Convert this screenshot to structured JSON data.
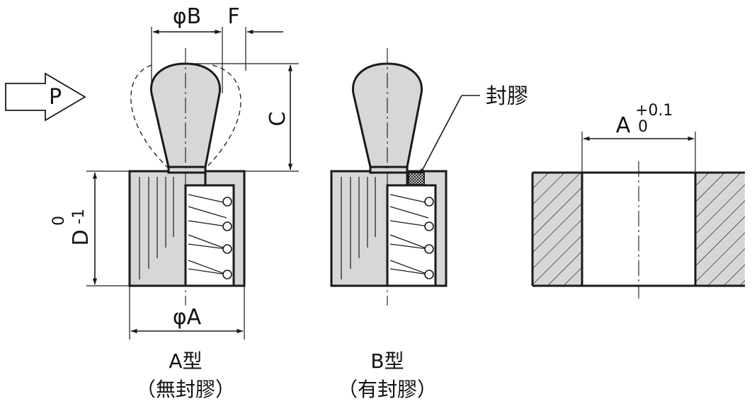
{
  "labels": {
    "dim_b": "φB",
    "dim_f": "F",
    "dim_c": "C",
    "dim_d": "D",
    "dim_d_upper": "0",
    "dim_d_lower": "-1",
    "dim_a": "φA",
    "dim_a_hole": "A",
    "tol_upper": "+0.1",
    "tol_lower": "0",
    "force": "P",
    "seal": "封膠"
  },
  "captions": {
    "type_a": "A型",
    "type_a_note": "（無封膠）",
    "type_b": "B型",
    "type_b_note": "（有封膠）"
  },
  "colors": {
    "part_fill": "#d7d7d9",
    "line": "#1a1a1a",
    "background": "#ffffff"
  }
}
